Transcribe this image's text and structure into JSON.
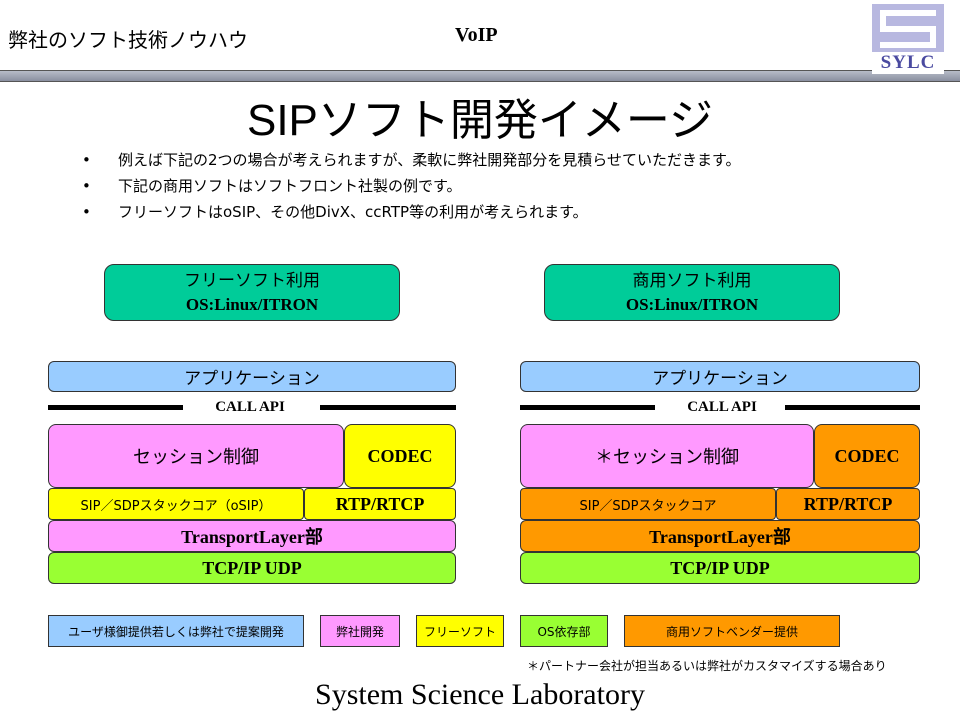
{
  "header": {
    "left_title": "弊社のソフト技術ノウハウ",
    "center_title": "VoIP",
    "logo_text": "SYLC"
  },
  "title": "SIPソフト開発イメージ",
  "bullets": [
    "例えば下記の2つの場合が考えられますが、柔軟に弊社開発部分を見積らせていただきます。",
    "下記の商用ソフトはソフトフロント社製の例です。",
    "フリーソフトはoSIP、その他DivX、ccRTP等の利用が考えられます。"
  ],
  "bullet_char": "•",
  "left_stack": {
    "os_line1": "フリーソフト利用",
    "os_line2": "OS:Linux/ITRON",
    "application": "アプリケーション",
    "call_api": "CALL API",
    "session": "セッション制御",
    "codec": "CODEC",
    "sip": "SIP／SDPスタックコア（oSIP）",
    "rtp": "RTP/RTCP",
    "transport": "TransportLayer部",
    "tcpip": "TCP/IP UDP"
  },
  "right_stack": {
    "os_line1": "商用ソフト利用",
    "os_line2": "OS:Linux/ITRON",
    "application": "アプリケーション",
    "call_api": "CALL API",
    "session": "＊セッション制御",
    "codec": "CODEC",
    "sip": "SIP／SDPスタックコア",
    "rtp": "RTP/RTCP",
    "transport": "TransportLayer部",
    "tcpip": "TCP/IP UDP"
  },
  "legend": [
    {
      "label": "ユーザ様御提供若しくは弊社で提案開発",
      "color": "#99ccff"
    },
    {
      "label": "弊社開発",
      "color": "#ff99ff"
    },
    {
      "label": "フリーソフト",
      "color": "#ffff00"
    },
    {
      "label": "OS依存部",
      "color": "#99ff33"
    },
    {
      "label": "商用ソフトベンダー提供",
      "color": "#ff9900"
    }
  ],
  "note": "＊パートナー会社が担当あるいは弊社がカスタマイズする場合あり",
  "footer": "System Science Laboratory"
}
